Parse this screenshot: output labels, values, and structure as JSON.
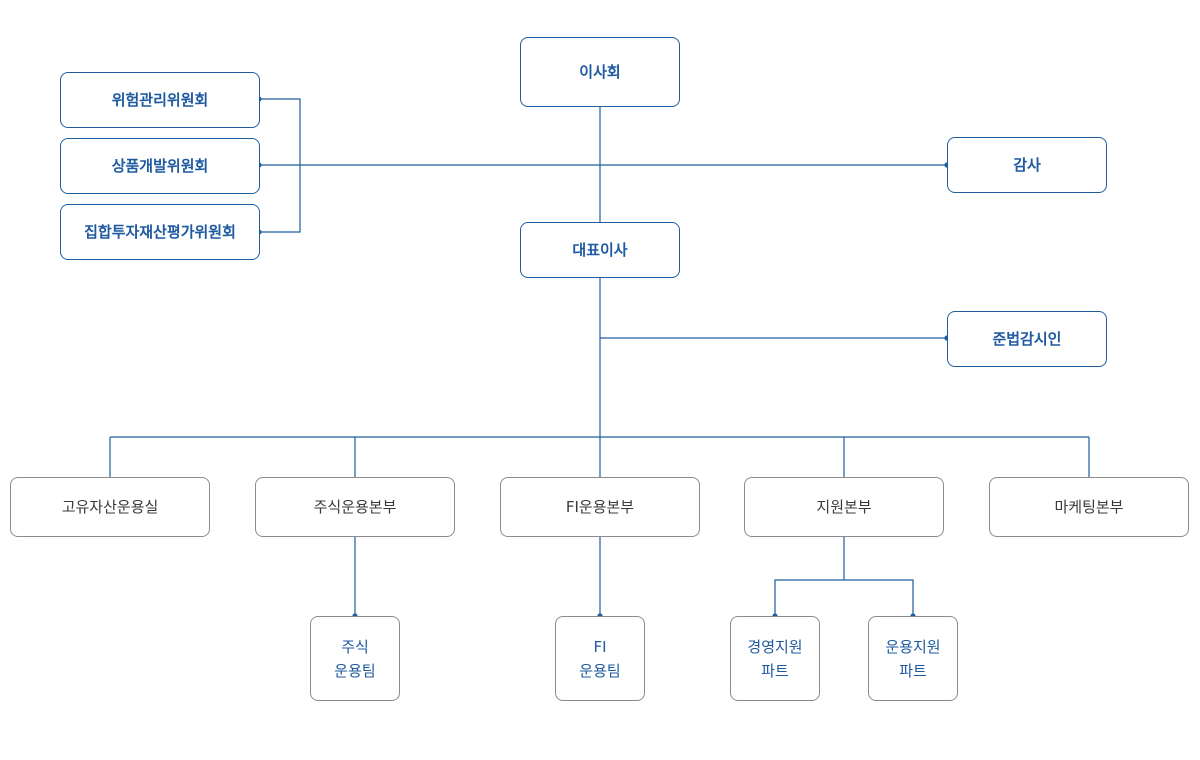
{
  "colors": {
    "line": "#1f5e9e",
    "primary_text": "#1e5aa0",
    "gray_border": "#8c8c8c"
  },
  "board": "이사회",
  "committees": {
    "risk": "위험관리위원회",
    "product": "상품개발위원회",
    "valuation": "집합투자재산평가위원회"
  },
  "audit": "감사",
  "ceo": "대표이사",
  "compliance": "준법감시인",
  "divisions": {
    "alternative": "고유자산운용실",
    "equity": "주식운용본부",
    "fi": "FI운용본부",
    "support": "지원본부",
    "marketing": "마케팅본부"
  },
  "teams": {
    "equity_team": "주식\n운용팀",
    "fi_team": "FI\n운용팀",
    "management_support": "경영지원\n파트",
    "operation_support": "운용지원\n파트"
  }
}
